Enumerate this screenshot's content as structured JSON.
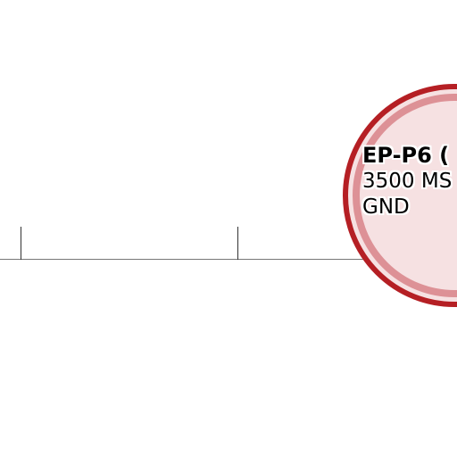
{
  "airspace": {
    "name": "EP-P6 (",
    "upper_limit": "3500 MS",
    "lower_limit": "GND",
    "colors": {
      "outline": "#b51f24",
      "band": "#dd9196",
      "fill": "#f6e1e2"
    }
  },
  "scale_bar": {
    "color": "#333333"
  }
}
